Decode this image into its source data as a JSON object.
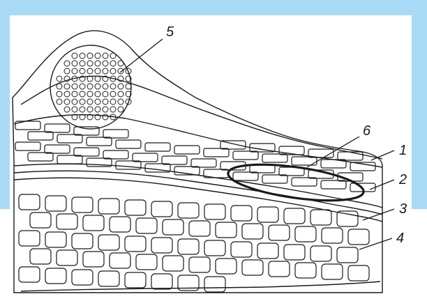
{
  "colors": {
    "frame": "#a8daf5",
    "ink": "#1a1a1a",
    "page": "#ffffff"
  },
  "labels": [
    {
      "id": "label-1",
      "text": "1"
    },
    {
      "id": "label-2",
      "text": "2"
    },
    {
      "id": "label-3",
      "text": "3"
    },
    {
      "id": "label-4",
      "text": "4"
    },
    {
      "id": "label-5",
      "text": "5"
    },
    {
      "id": "label-6",
      "text": "6"
    }
  ]
}
